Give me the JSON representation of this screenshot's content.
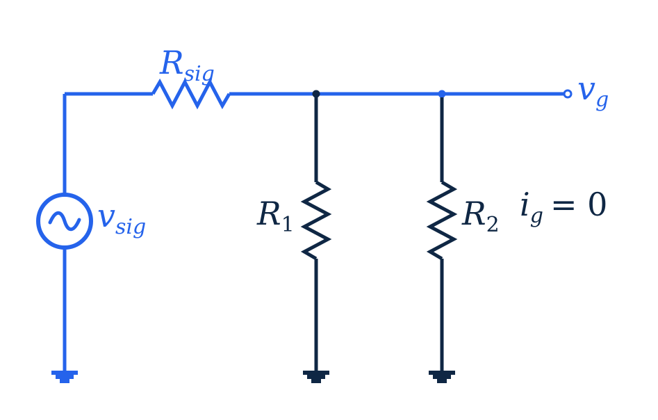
{
  "colors": {
    "signal": "#2563EB",
    "component": "#0F2744",
    "background": "#FFFFFF"
  },
  "labels": {
    "rsig": {
      "main": "R",
      "sub": "sig"
    },
    "vsig": {
      "main": "v",
      "sub": "sig"
    },
    "r1": {
      "main": "R",
      "sub": "1"
    },
    "r2": {
      "main": "R",
      "sub": "2"
    },
    "vg": {
      "main": "v",
      "sub": "g"
    },
    "ig": {
      "main": "i",
      "sub": "g",
      "rel": "= 0"
    }
  },
  "icons": {
    "source": "ac-voltage-source-icon",
    "ground": "ground-icon",
    "resistor": "resistor-icon",
    "terminal": "open-terminal-icon"
  }
}
